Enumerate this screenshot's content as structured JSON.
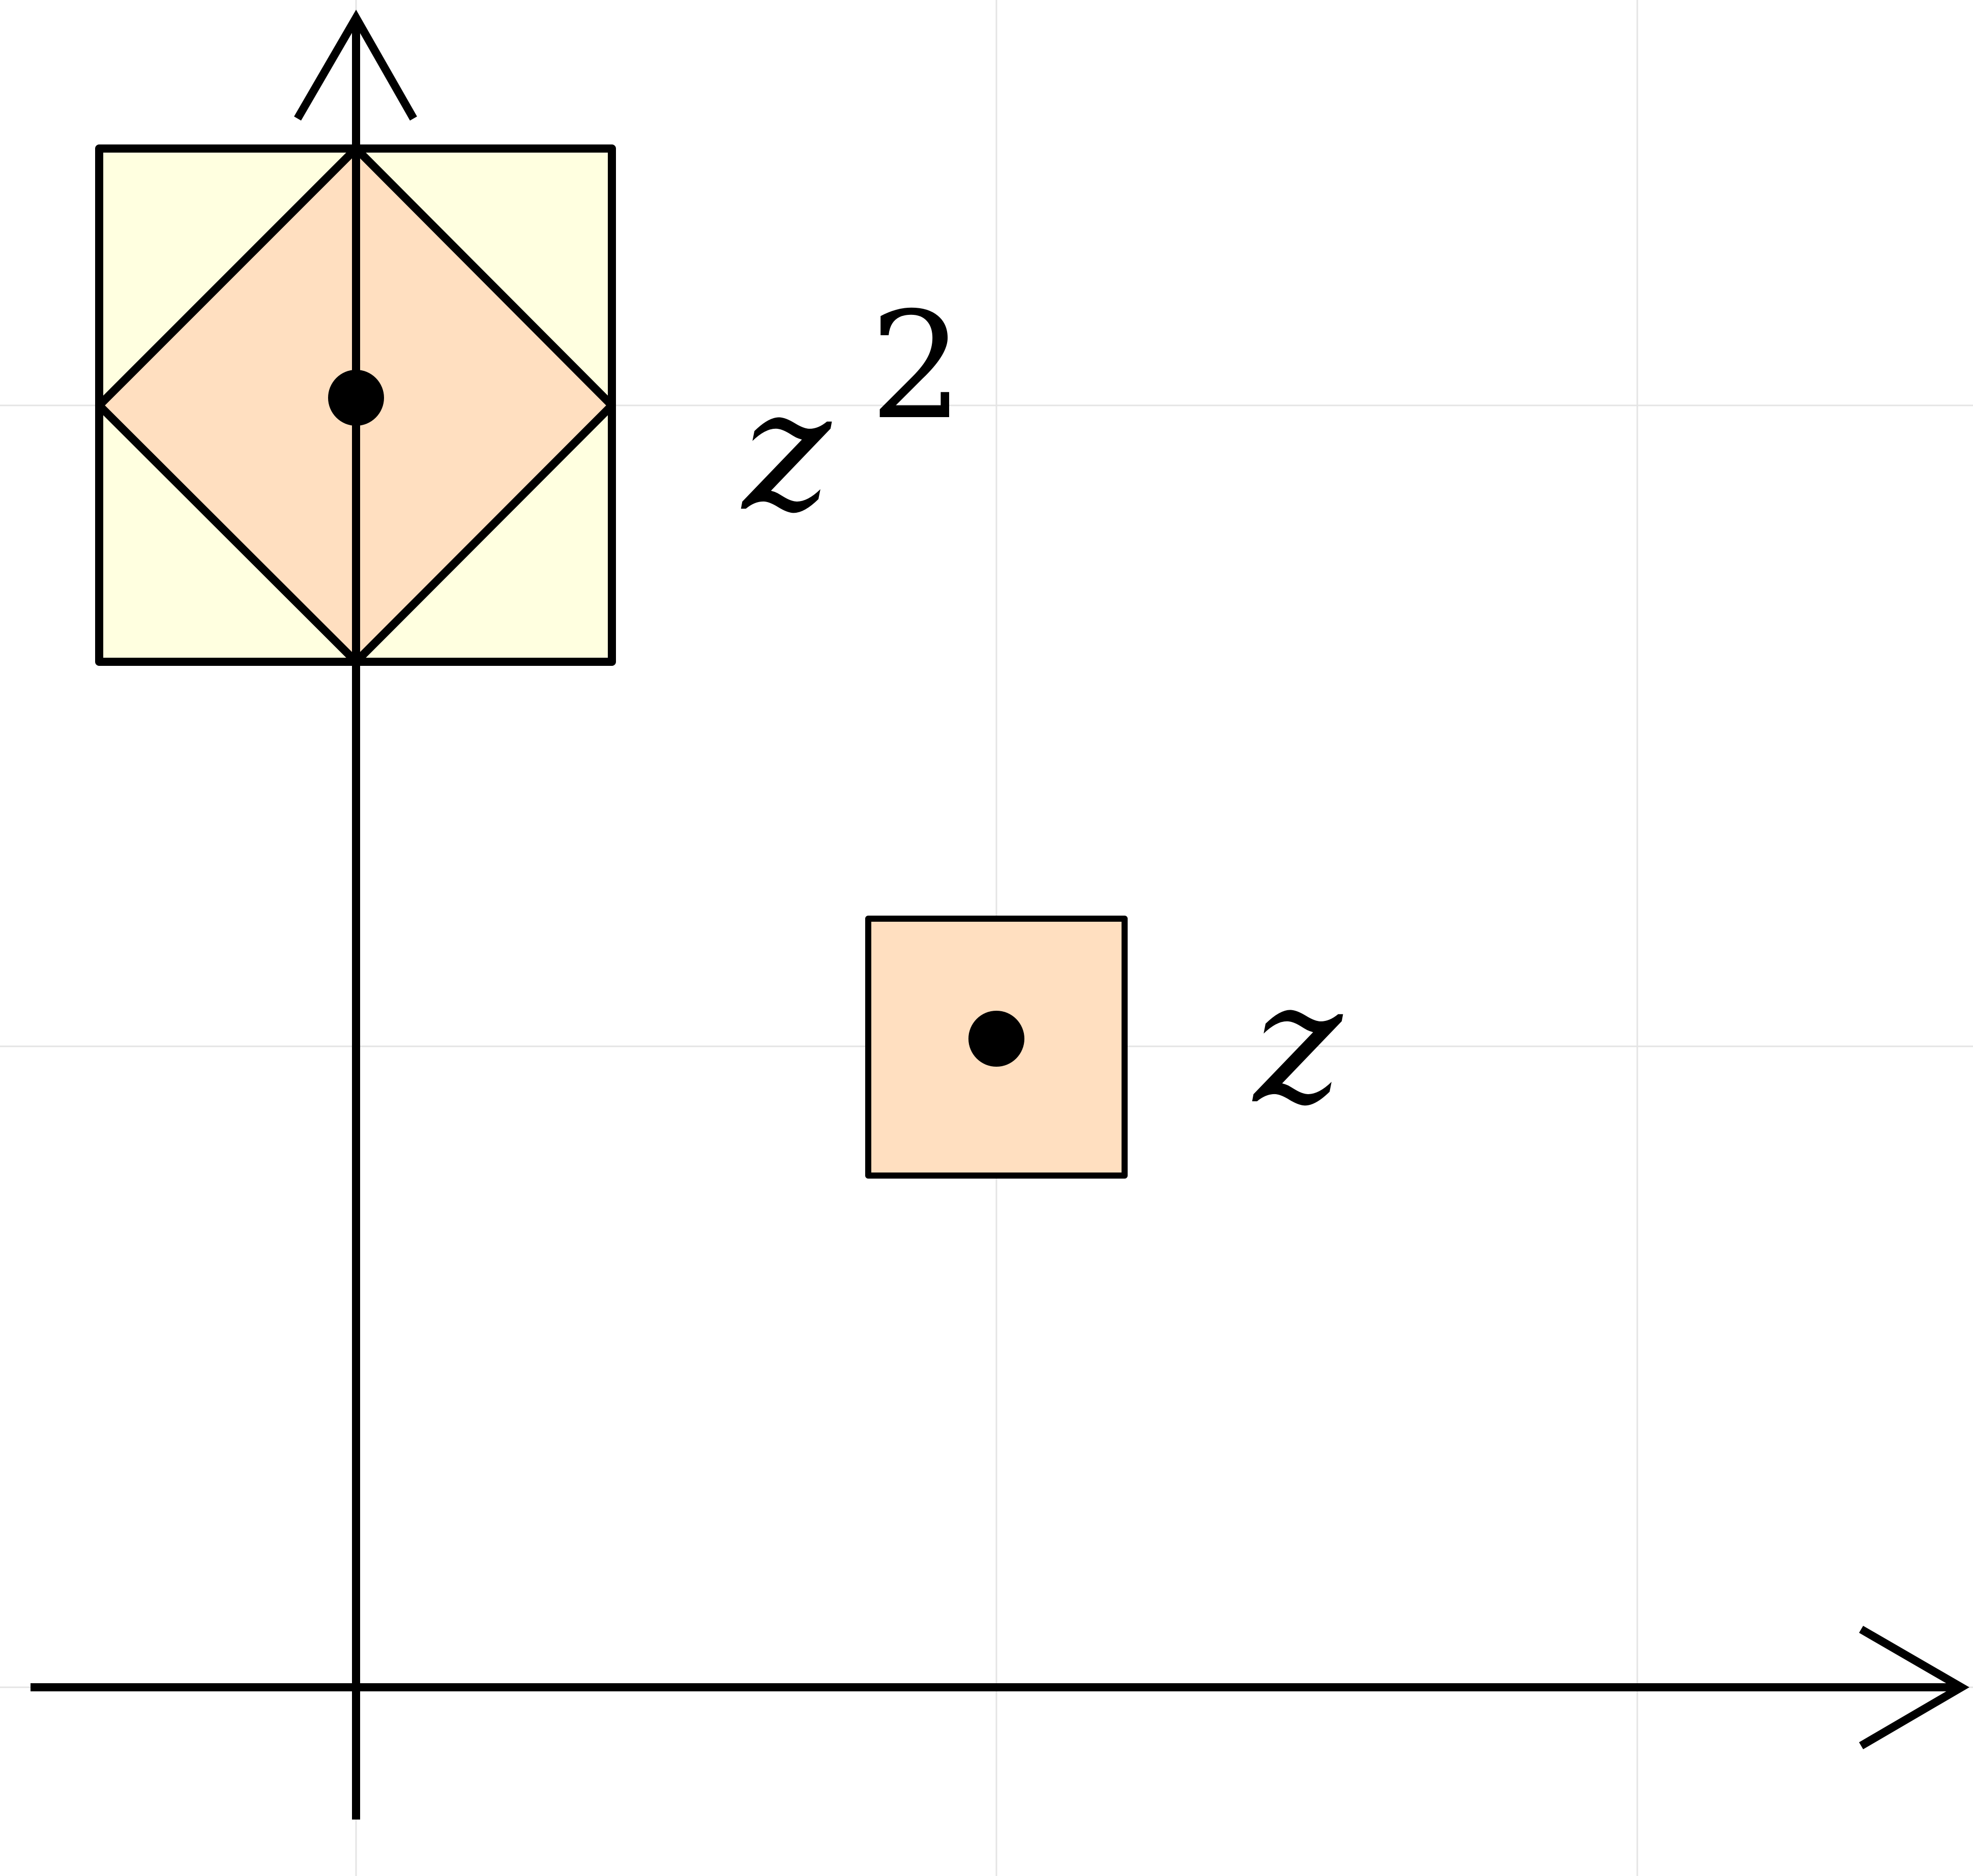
{
  "diagram": {
    "background": "#ffffff",
    "grid_color": "#e4e4e4",
    "stroke_color": "#000000",
    "outer_square_fill": "#ffffe0",
    "inner_square_fill": "#ffdfc0",
    "point_color": "#000000",
    "labels": {
      "z": "z",
      "z_squared_base": "z",
      "z_squared_exponent": "2"
    }
  }
}
